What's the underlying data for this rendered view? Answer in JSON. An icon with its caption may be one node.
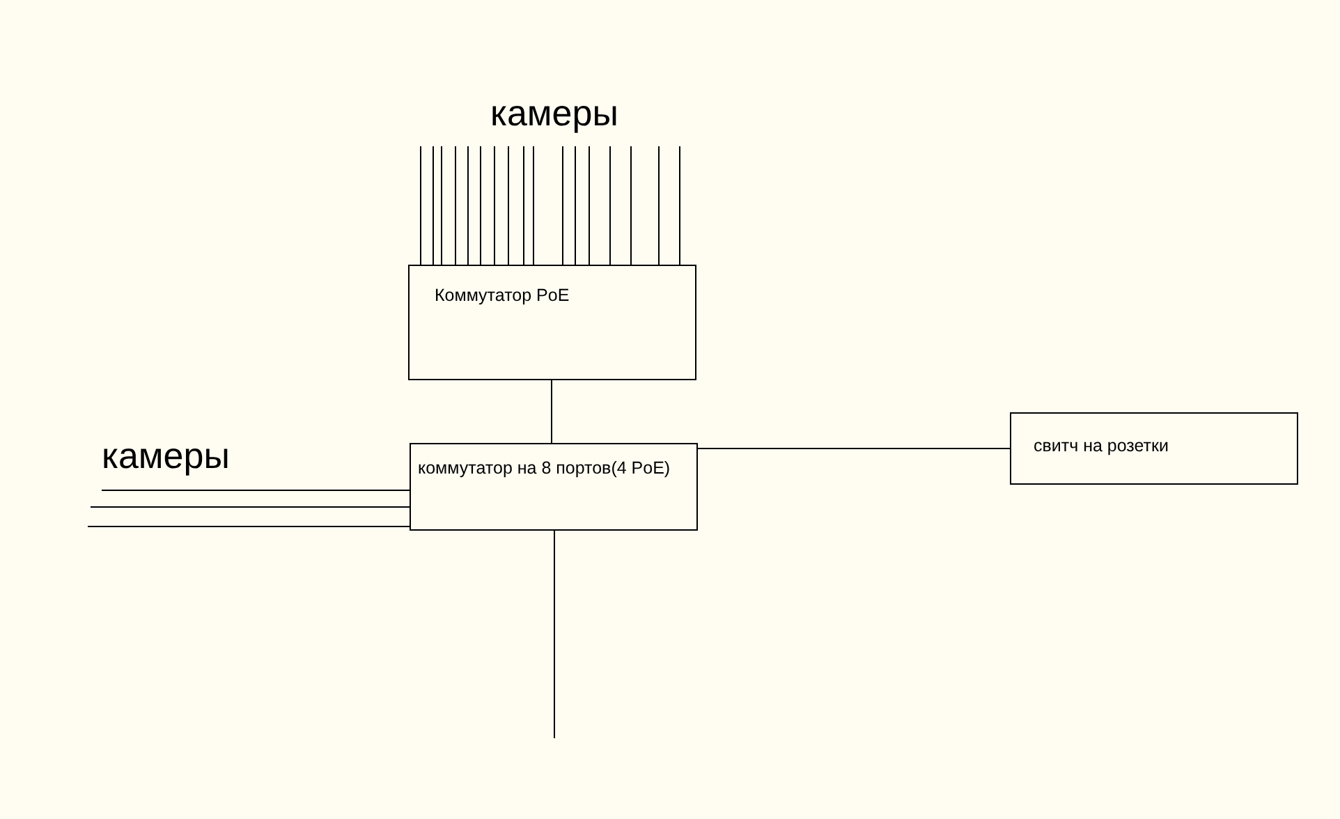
{
  "diagram": {
    "nodes": [
      {
        "text": [
          "Коммутатор PoE"
        ]
      },
      {
        "text": [
          "коммутатор на 8 портов(4 PoE)"
        ]
      },
      {
        "text": [
          "свитч на розетки"
        ]
      }
    ],
    "edges": [
      {
        "from": null,
        "to": 0,
        "arrow": "none"
      },
      {
        "from": null,
        "to": 0,
        "arrow": "none"
      },
      {
        "from": null,
        "to": 0,
        "arrow": "none"
      },
      {
        "from": null,
        "to": 0,
        "arrow": "none"
      },
      {
        "from": null,
        "to": 0,
        "arrow": "none"
      },
      {
        "from": null,
        "to": 0,
        "arrow": "none"
      },
      {
        "from": null,
        "to": 0,
        "arrow": "none"
      },
      {
        "from": null,
        "to": 0,
        "arrow": "none"
      },
      {
        "from": null,
        "to": 0,
        "arrow": "none"
      },
      {
        "from": null,
        "to": 0,
        "arrow": "none"
      },
      {
        "from": null,
        "to": 0,
        "arrow": "none"
      },
      {
        "from": null,
        "to": 0,
        "arrow": "none"
      },
      {
        "from": null,
        "to": 0,
        "arrow": "none"
      },
      {
        "from": null,
        "to": 0,
        "arrow": "none"
      },
      {
        "from": null,
        "to": 0,
        "arrow": "none"
      },
      {
        "from": null,
        "to": 0,
        "arrow": "none"
      },
      {
        "from": null,
        "to": 0,
        "arrow": "none"
      },
      {
        "from": 0,
        "to": 1,
        "arrow": "none"
      },
      {
        "from": null,
        "to": 1,
        "arrow": "none"
      },
      {
        "from": null,
        "to": 1,
        "arrow": "none"
      },
      {
        "from": null,
        "to": 1,
        "arrow": "none"
      },
      {
        "from": 1,
        "to": 2,
        "arrow": "none"
      },
      {
        "from": 1,
        "to": null,
        "arrow": "none"
      }
    ],
    "labels": [
      "камеры",
      "камеры"
    ]
  }
}
